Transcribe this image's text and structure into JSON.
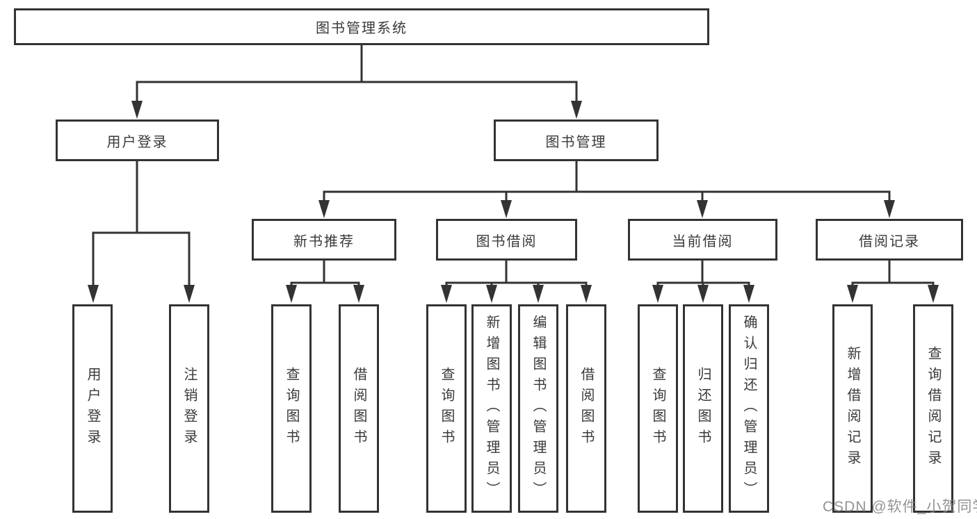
{
  "diagram": {
    "root": {
      "label": "图书管理系统"
    },
    "branches": [
      {
        "label": "用户登录",
        "leaves": [
          "用户登录",
          "注销登录"
        ]
      },
      {
        "label": "图书管理",
        "groups": [
          {
            "label": "新书推荐",
            "leaves": [
              "查询图书",
              "借阅图书"
            ]
          },
          {
            "label": "图书借阅",
            "leaves": [
              "查询图书",
              "新增图书（管理员）",
              "编辑图书（管理员）",
              "借阅图书"
            ]
          },
          {
            "label": "当前借阅",
            "leaves": [
              "查询图书",
              "归还图书",
              "确认归还（管理员）"
            ]
          },
          {
            "label": "借阅记录",
            "leaves": [
              "新增借阅记录",
              "查询借阅记录"
            ]
          }
        ]
      }
    ],
    "watermark": "CSDN @软件_小贺同学",
    "colors": {
      "line": "#333333",
      "box_border": "#333333",
      "text": "#3a3a3a",
      "watermark": "#848484",
      "background": "#ffffff"
    }
  }
}
